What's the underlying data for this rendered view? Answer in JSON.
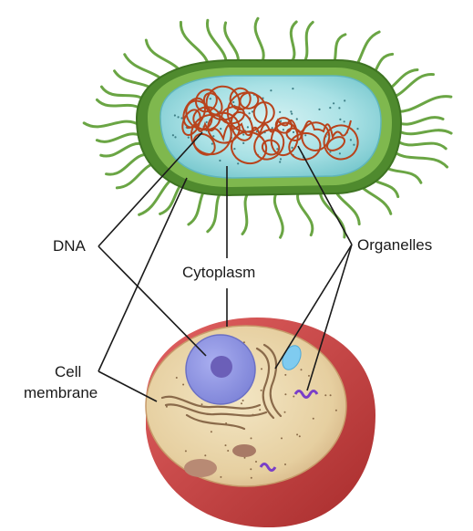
{
  "labels": {
    "dna": "DNA",
    "cytoplasm": "Cytoplasm",
    "organelles": "Organelles",
    "cell_membrane_line1": "Cell",
    "cell_membrane_line2": "membrane"
  },
  "colors": {
    "flagella": "#5e9a3a",
    "cell_wall": "#4f8a2e",
    "bacterial_cytoplasm": "#8fd6dd",
    "dna_strand": "#b8431c",
    "eukaryote_membrane": "#c23a3a",
    "eukaryote_cytoplasm": "#e9d5a6",
    "nucleus": "#8a8ee0",
    "nucleolus": "#6b5fb8",
    "vesicle": "#7fcbf0",
    "small_organelle": "#7a3ec8",
    "er_strand": "#8a6a4a",
    "leader_line": "#1a1a1a"
  },
  "icons": [
    "prokaryote-cell-illustration",
    "eukaryote-cell-illustration"
  ]
}
